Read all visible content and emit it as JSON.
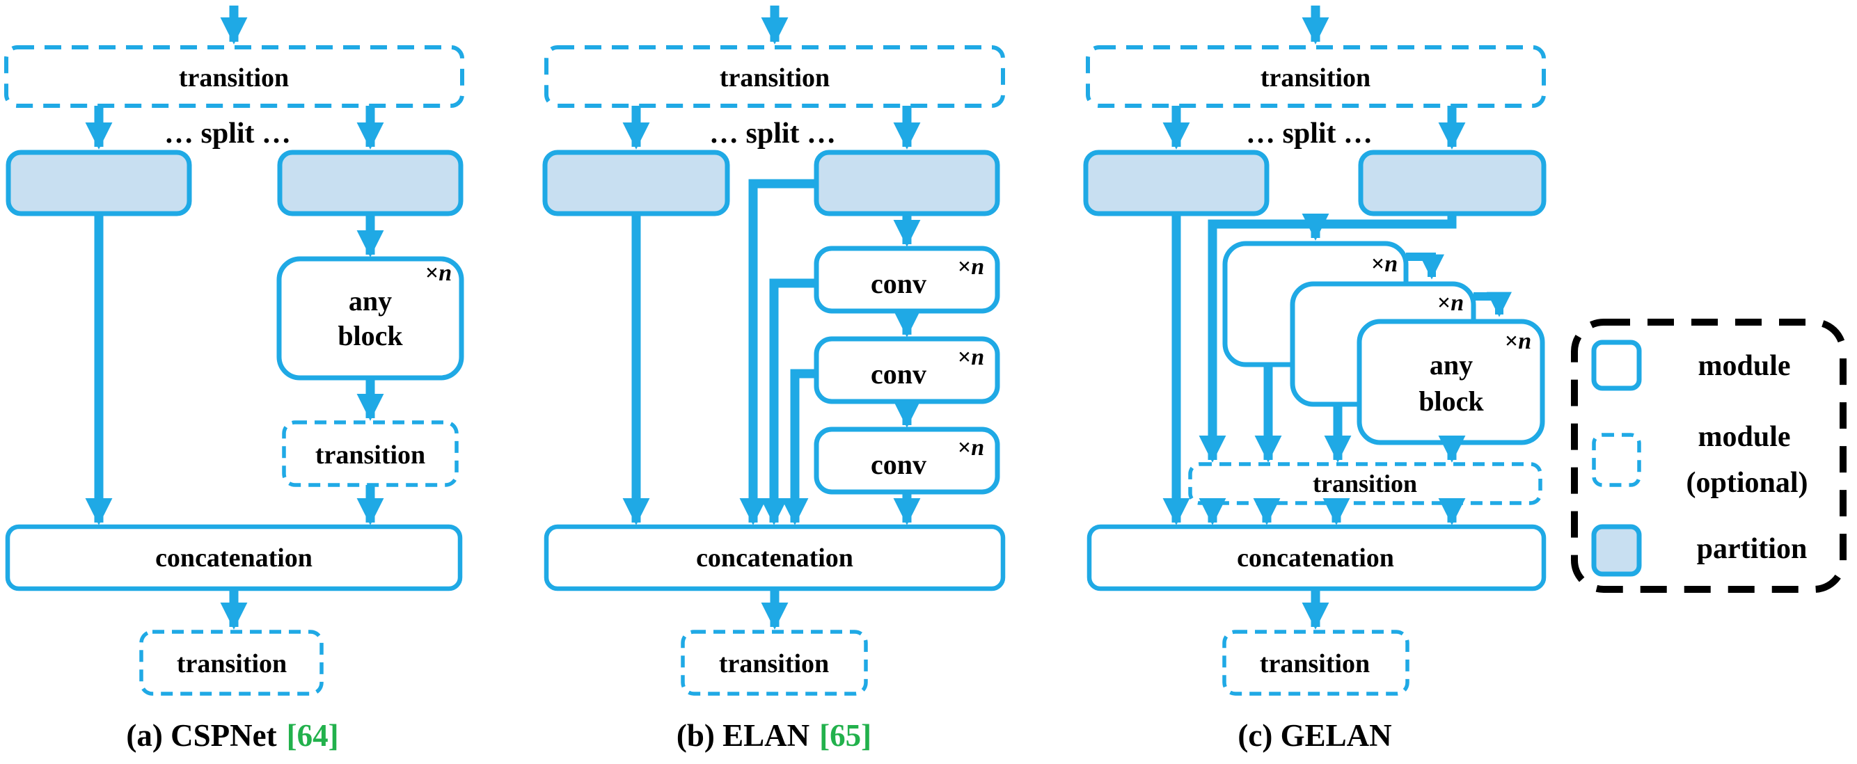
{
  "labels": {
    "transition": "transition",
    "split": "… split …",
    "concatenation": "concatenation",
    "conv": "conv",
    "any": "any",
    "block": "block",
    "times": "×",
    "n": "n"
  },
  "captions": {
    "a": {
      "name": "(a) CSPNet",
      "cite": "[64]"
    },
    "b": {
      "name": "(b) ELAN",
      "cite": "[65]"
    },
    "c": {
      "name": "(c) GELAN",
      "cite": ""
    }
  },
  "legend": {
    "module": "module",
    "optional_line1": "module",
    "optional_line2": "(optional)",
    "partition": "partition"
  },
  "colors": {
    "blue": "#1FA9E5",
    "partition-fill": "#C8DFF1",
    "green": "#22B14C",
    "ink": "#000000"
  }
}
